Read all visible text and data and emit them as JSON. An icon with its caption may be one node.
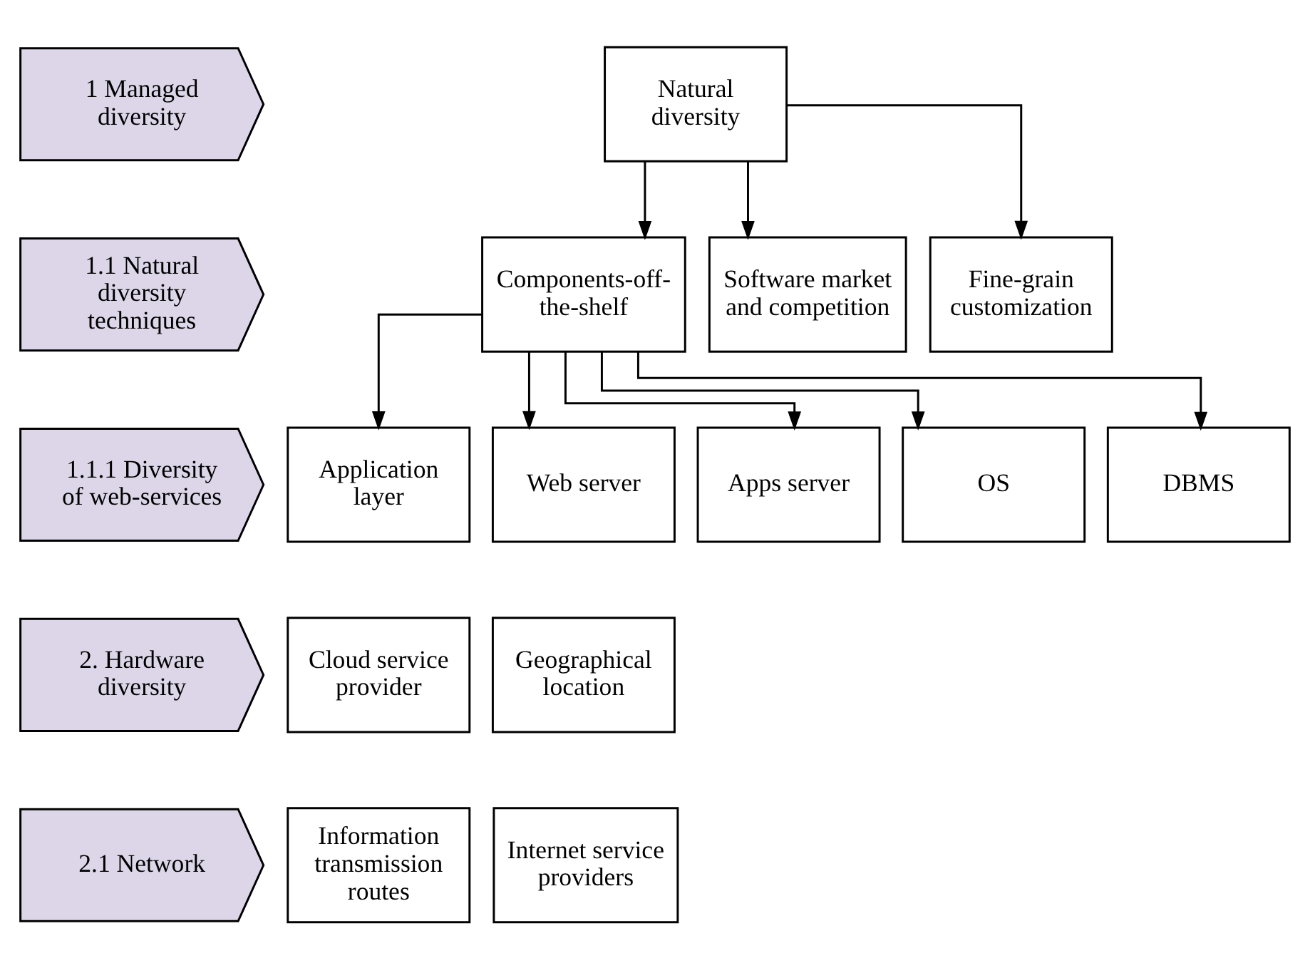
{
  "diagram": {
    "nodes": [
      {
        "text": [
          "1 Managed diversity"
        ]
      },
      {
        "text": [
          "Natural diversity"
        ]
      },
      {
        "text": [
          "1.1 Natural diversity techniques"
        ]
      },
      {
        "text": [
          "Components-off-the-shelf"
        ]
      },
      {
        "text": [
          "Software market and competition"
        ]
      },
      {
        "text": [
          "Fine-grain customization"
        ]
      },
      {
        "text": [
          "1.1.1 Diversity of web-services"
        ]
      },
      {
        "text": [
          "Application layer"
        ]
      },
      {
        "text": [
          "Web server"
        ]
      },
      {
        "text": [
          "Apps server"
        ]
      },
      {
        "text": [
          "OS"
        ]
      },
      {
        "text": [
          "DBMS"
        ]
      },
      {
        "text": [
          "2. Hardware diversity"
        ]
      },
      {
        "text": [
          "Cloud service provider"
        ]
      },
      {
        "text": [
          "Geographical location"
        ]
      },
      {
        "text": [
          "2.1 Network"
        ]
      },
      {
        "text": [
          "Information transmission routes"
        ]
      },
      {
        "text": [
          "Internet service providers"
        ]
      }
    ],
    "edges": [
      {
        "from": 1,
        "to": 3,
        "arrow": "to"
      },
      {
        "from": 1,
        "to": 4,
        "arrow": "to"
      },
      {
        "from": 1,
        "to": 5,
        "arrow": "to"
      },
      {
        "from": 3,
        "to": 7,
        "arrow": "to"
      },
      {
        "from": 3,
        "to": 8,
        "arrow": "to"
      },
      {
        "from": 3,
        "to": 9,
        "arrow": "to"
      },
      {
        "from": 3,
        "to": 10,
        "arrow": "to"
      },
      {
        "from": 3,
        "to": 11,
        "arrow": "to"
      }
    ]
  }
}
